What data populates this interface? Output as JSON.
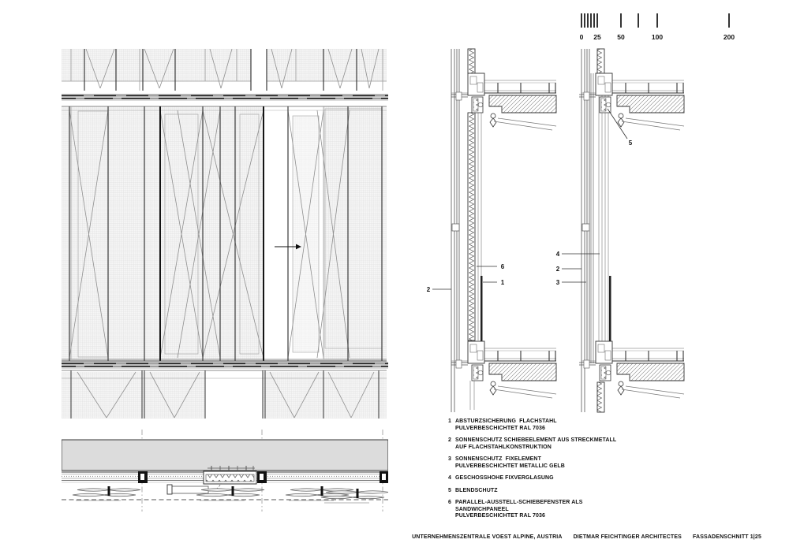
{
  "scale_bar": {
    "labels": [
      "0",
      "25",
      "50",
      "100",
      "200"
    ]
  },
  "callouts": {
    "left": {
      "outer": "2",
      "window": "6",
      "rail": "1"
    },
    "right": {
      "glazing": "4",
      "screen": "2",
      "fix": "3",
      "blind": "5"
    }
  },
  "legend": {
    "items": [
      {
        "num": "1",
        "lines": [
          "ABSTURZSICHERUNG  FLACHSTAHL",
          "PULVERBESCHICHTET RAL 7036"
        ]
      },
      {
        "num": "2",
        "lines": [
          "SONNENSCHUTZ SCHIEBEELEMENT AUS STRECKMETALL",
          "AUF FLACHSTAHLKONSTRUKTION"
        ]
      },
      {
        "num": "3",
        "lines": [
          "SONNENSCHUTZ  FIXELEMENT",
          "PULVERBESCHICHTET METALLIC GELB"
        ]
      },
      {
        "num": "4",
        "lines": [
          "GESCHOSSHOHE FIXVERGLASUNG"
        ]
      },
      {
        "num": "5",
        "lines": [
          "BLENDSCHUTZ"
        ]
      },
      {
        "num": "6",
        "lines": [
          "PARALLEL-AUSSTELL-SCHIEBEFENSTER ALS",
          "SANDWICHPANEEL",
          "PULVERBESCHICHTET RAL 7036"
        ]
      }
    ]
  },
  "caption": {
    "project": "UNTERNEHMENSZENTRALE VOEST ALPINE, AUSTRIA",
    "architect": "DIETMAR FEICHTINGER ARCHITECTES",
    "drawing": "FASSADENSCHNITT 1|25"
  },
  "colors": {
    "ink": "#111111",
    "line": "#333333",
    "mesh": "#e3e3e3",
    "slab_band": "#9a9a9a"
  }
}
